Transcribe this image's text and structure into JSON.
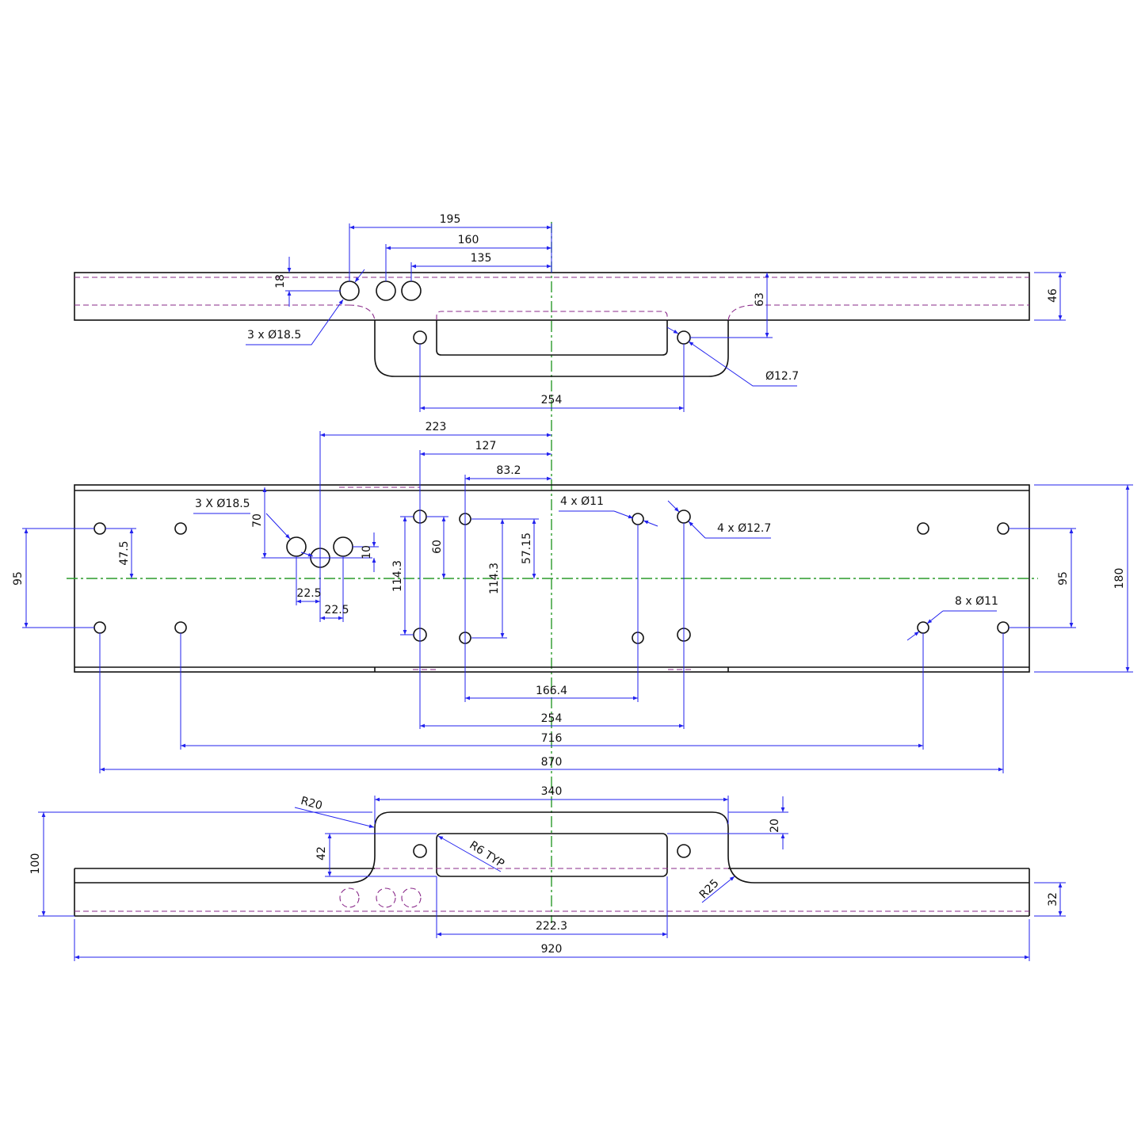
{
  "top_view": {
    "dim_195": "195",
    "dim_160": "160",
    "dim_135": "135",
    "dim_18": "18",
    "holes_callout": "3 x Ø18.5",
    "hole_callout": "Ø12.7",
    "dim_63": "63",
    "dim_46": "46",
    "dim_254": "254"
  },
  "middle_view": {
    "dim_223": "223",
    "dim_127": "127",
    "dim_83_2": "83.2",
    "holes_callout": "3 X Ø18.5",
    "callout_4x11": "4 x Ø11",
    "callout_4x12_7": "4 x Ø12.7",
    "callout_8x11": "8 x Ø11",
    "dim_95_left": "95",
    "dim_47_5": "47.5",
    "dim_70": "70",
    "dim_10": "10",
    "dim_22_5_a": "22.5",
    "dim_22_5_b": "22.5",
    "dim_114_3_a": "114.3",
    "dim_60": "60",
    "dim_114_3_b": "114.3",
    "dim_57_15": "57.15",
    "dim_95_right": "95",
    "dim_180": "180",
    "dim_166_4": "166.4",
    "dim_254": "254",
    "dim_716": "716",
    "dim_870": "870"
  },
  "bottom_view": {
    "dim_340": "340",
    "radius_r20": "R20",
    "dim_20": "20",
    "dim_42": "42",
    "dim_100": "100",
    "radius_r6": "R6 TYP",
    "radius_r25": "R25",
    "dim_32": "32",
    "dim_222_3": "222.3",
    "dim_920": "920"
  },
  "colors": {
    "outline": "#111111",
    "dimension": "#2222ee",
    "hidden": "#8a2a8a",
    "centerline": "#2a9a2a"
  }
}
